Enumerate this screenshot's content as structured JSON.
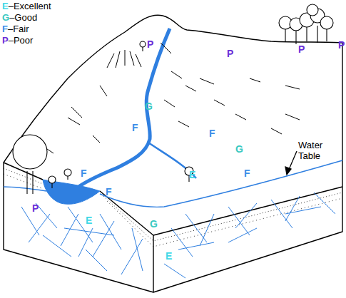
{
  "diagram": {
    "labels": [
      "P",
      "P",
      "P",
      "P",
      "G",
      "F",
      "F",
      "G",
      "E",
      "F",
      "F",
      "F",
      "E",
      "G",
      "E",
      "P",
      "Water Table"
    ],
    "legend": [
      {
        "text": "E–Excellent",
        "color": "#3fd8e6"
      },
      {
        "text": "G–Good",
        "color": "#39c9c2"
      },
      {
        "text": "F–Fair",
        "color": "#3a8ee8"
      },
      {
        "text": "P–Poor",
        "color": "#6a2fd8"
      }
    ]
  }
}
